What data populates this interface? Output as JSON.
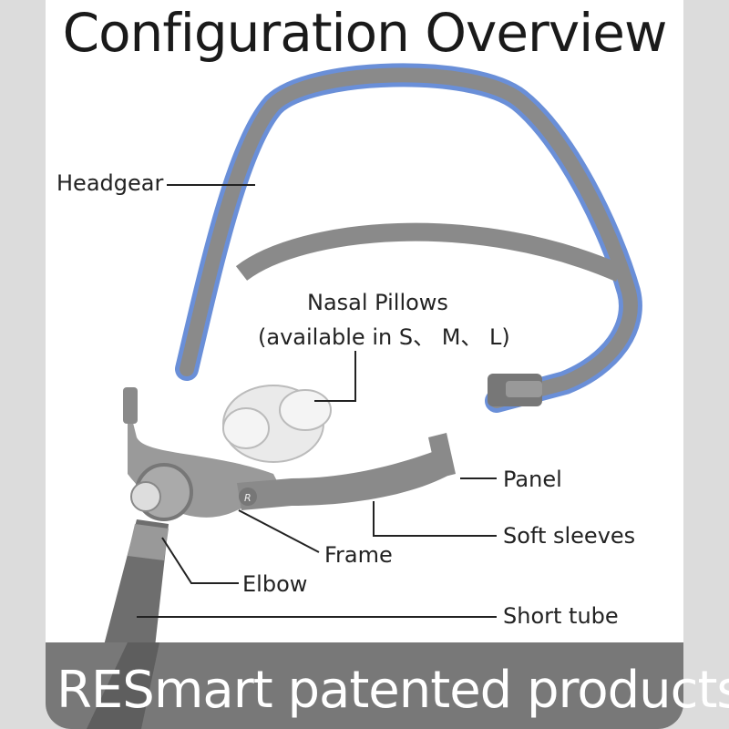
{
  "title": "Configuration Overview",
  "labels": {
    "headgear": "Headgear",
    "nasal_pillows": "Nasal Pillows",
    "nasal_pillows_sizes": "(available in S、 M、 L)",
    "panel": "Panel",
    "soft_sleeves": "Soft sleeves",
    "frame": "Frame",
    "elbow": "Elbow",
    "short_tube": "Short tube",
    "frame_mark": "R"
  },
  "footer": "RESmart patented products",
  "colors": {
    "headgear_blue": "#6a8fd8",
    "strap_gray": "#8a8a8a",
    "band_gray": "#787878"
  }
}
